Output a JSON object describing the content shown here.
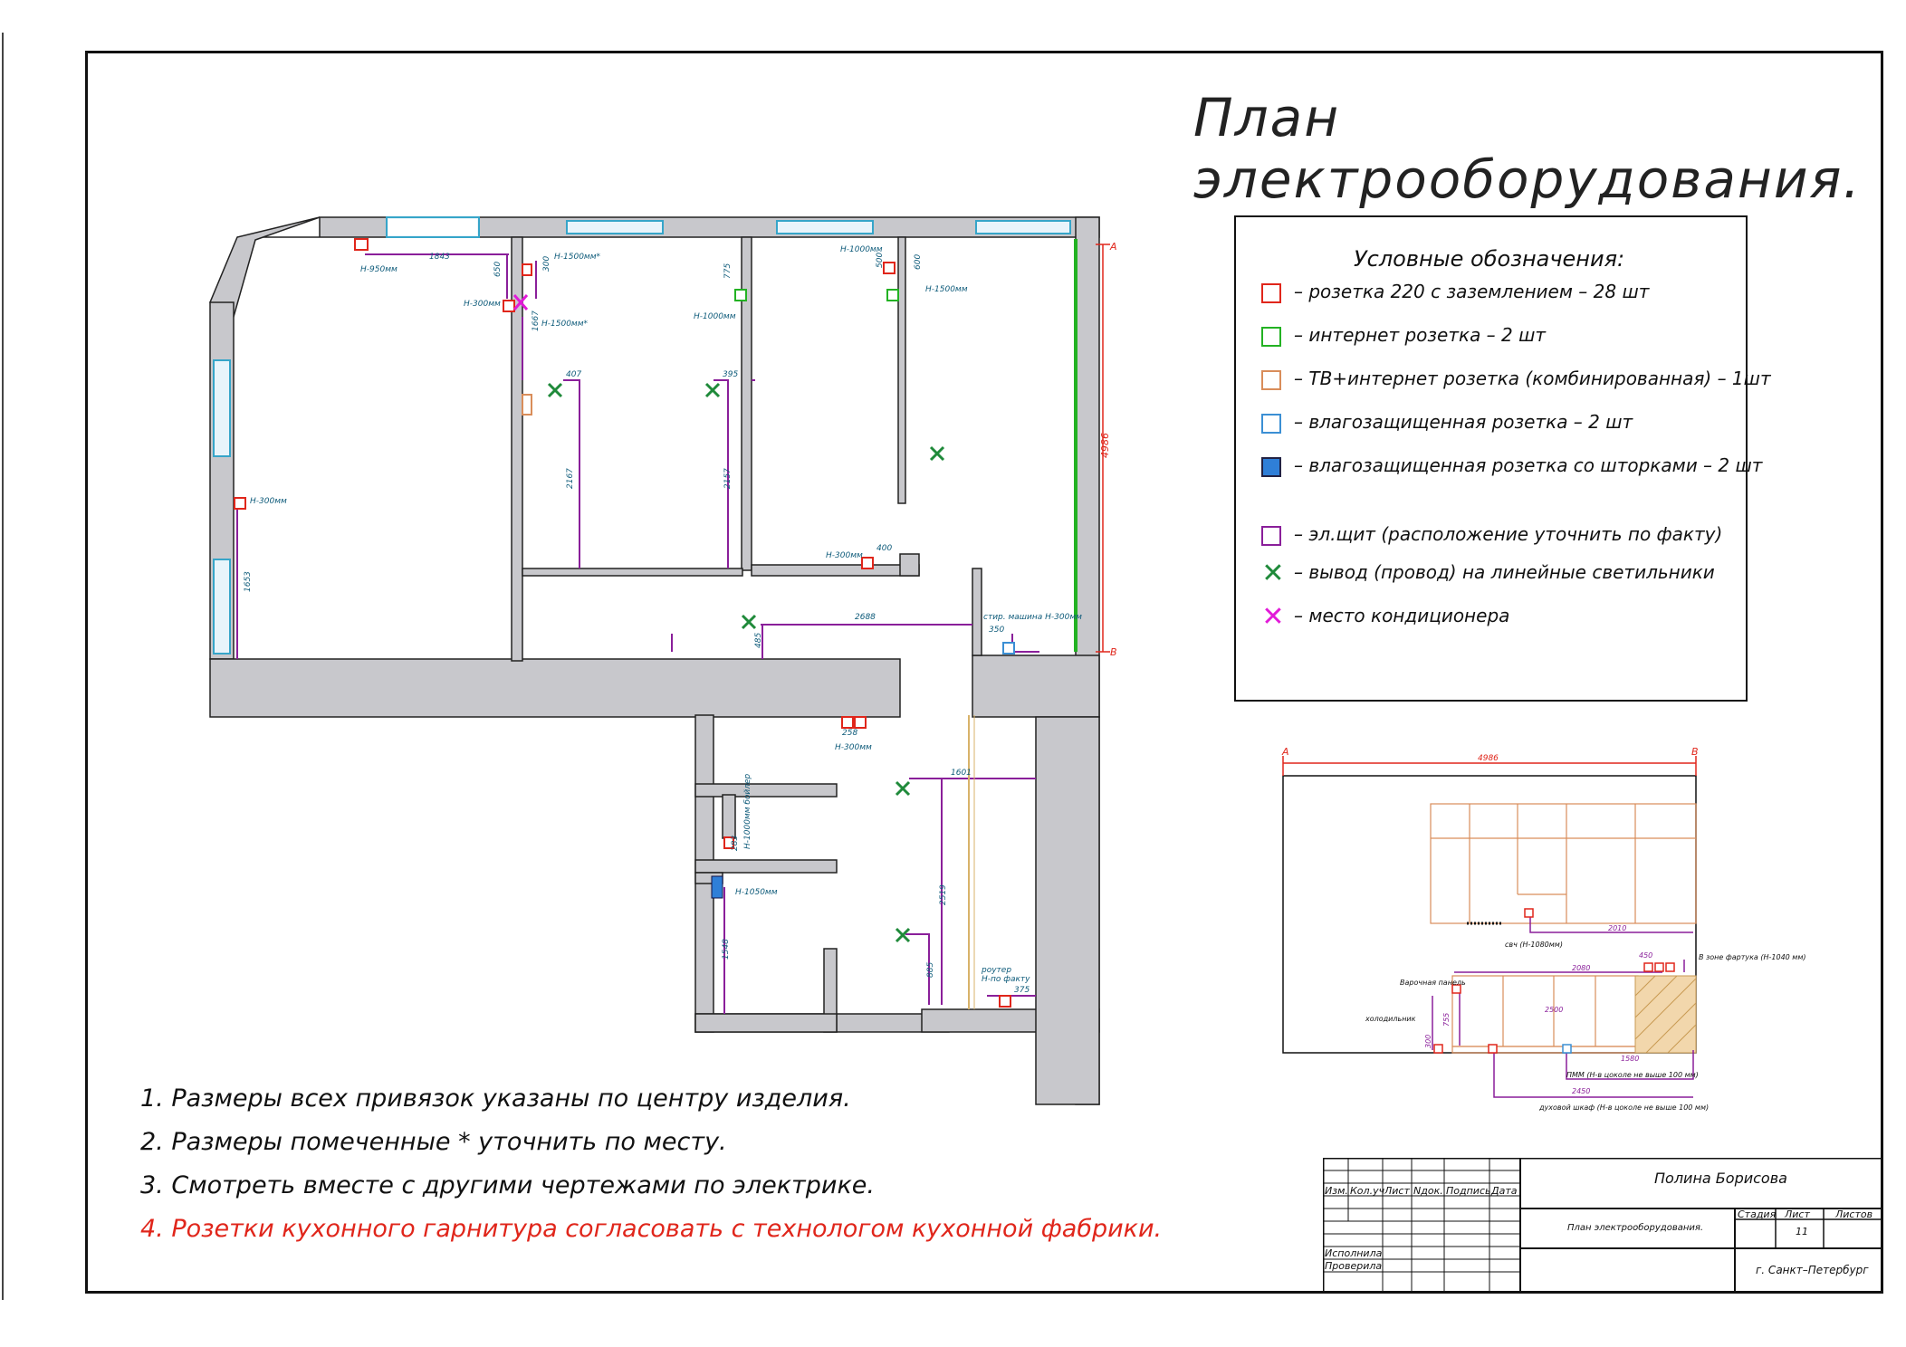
{
  "title": "План электрооборудования.",
  "legend": {
    "title": "Условные обозначения:",
    "items": [
      {
        "label": "– розетка 220 с заземлением – 28 шт",
        "color": "#e0261b",
        "kind": "box"
      },
      {
        "label": "– интернет розетка – 2 шт",
        "color": "#23b223",
        "kind": "box"
      },
      {
        "label": "– ТВ+интернет розетка (комбинированная) – 1шт",
        "color": "#d98d5a",
        "kind": "box"
      },
      {
        "label": "– влагозащищенная розетка – 2 шт",
        "color": "#3b8fd4",
        "kind": "box"
      },
      {
        "label": "– влагозащищенная розетка со шторками – 2 шт",
        "color": "#2f7fd8",
        "kind": "filled"
      },
      {
        "label": "– эл.щит (расположение уточнить по факту)",
        "color": "#8a1f9a",
        "kind": "box"
      },
      {
        "label": "– вывод (провод) на линейные светильники",
        "color": "#1f8a3a",
        "kind": "cross"
      },
      {
        "label": "– место кондиционера",
        "color": "#e21ad8",
        "kind": "cross"
      }
    ]
  },
  "notes": [
    {
      "text": "1. Размеры всех привязок указаны по центру изделия.",
      "color": "#111111"
    },
    {
      "text": "2. Размеры помеченные * уточнить по месту.",
      "color": "#111111"
    },
    {
      "text": "3. Смотреть вместе с другими чертежами по электрике.",
      "color": "#111111"
    },
    {
      "text": "4. Розетки кухонного гарнитура согласовать с технологом кухонной фабрики.",
      "color": "#e0261b"
    }
  ],
  "plan_labels": {
    "h950": "Н-950мм",
    "d1843": "1843",
    "d650": "650",
    "h300a": "Н-300мм",
    "h1500a": "Н-1500мм*",
    "d300": "300",
    "d1667": "1667",
    "h1500b": "Н-1500мм*",
    "d775": "775",
    "h1000a": "Н-1000мм",
    "h1000b": "Н-1000мм",
    "d500": "500",
    "d600": "600",
    "h1500c": "Н-1500мм",
    "d407": "407",
    "d395": "395",
    "h300b": "Н-300мм",
    "d2167": "2167",
    "d2157": "2157",
    "d1653": "1653",
    "d4986": "4986",
    "h300c": "Н-300мм",
    "d400": "400",
    "d2688": "2688",
    "d485": "485",
    "wash": "стир. машина Н-300мм",
    "d350": "350",
    "d258": "258",
    "h300d": "Н-300мм",
    "d1601": "1601",
    "d2519": "2519",
    "h1000bath": "Н-1000мм бойлер",
    "d283": "283",
    "h1050": "Н-1050мм",
    "d1548": "1548",
    "d885": "885",
    "router": "роутер",
    "router_h": "Н-по факту",
    "d375": "375",
    "A": "А",
    "B": "В"
  },
  "elevation_labels": {
    "A": "А",
    "B": "В",
    "d4986": "4986",
    "microwave": "свч (Н-1080мм)",
    "d2010": "2010",
    "apron": "В зоне фартука (Н-1040 мм)",
    "d450": "450",
    "hob": "Варочная панель",
    "d2080": "2080",
    "fridge": "холодильник",
    "d755": "755",
    "d2500": "2500",
    "d300": "300",
    "d1580": "1580",
    "dishwasher": "ПММ (Н-в цоколе не выше 100 мм)",
    "d2450": "2450",
    "oven": "духовой шкаф (Н-в цоколе не выше 100 мм)"
  },
  "stamp": {
    "author": "Полина Борисова",
    "sheet_title": "План электрооборудования.",
    "stage_label": "Стадия",
    "sheet_label": "Лист",
    "sheets_label": "Листов",
    "sheet_no": "11",
    "city": "г. Санкт–Петербург",
    "col_izm": "Изм.",
    "col_kol": "Кол.уч",
    "col_list": "Лист",
    "col_ndok": "Nдок.",
    "col_podpis": "Подпись",
    "col_data": "Дата",
    "row_ispolnil": "Исполнила",
    "row_proveril": "Проверила"
  }
}
